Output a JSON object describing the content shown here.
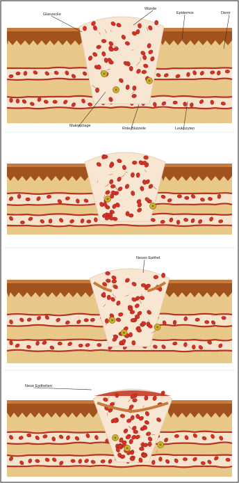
{
  "figure": {
    "panels": [
      {
        "labels": [
          {
            "text": "Glanzecke",
            "name": "label-glanzecke"
          },
          {
            "text": "Wunde",
            "name": "label-wunde"
          },
          {
            "text": "Epidermis",
            "name": "label-epidermis"
          },
          {
            "text": "Derm",
            "name": "label-derm"
          },
          {
            "text": "Makrophage",
            "name": "label-makrophage"
          },
          {
            "text": "Rote Blutzelle",
            "name": "label-rote-blutzelle"
          },
          {
            "text": "Leukozyten",
            "name": "label-leukozyten"
          }
        ]
      },
      {
        "labels": []
      },
      {
        "labels": [
          {
            "text": "Neues Epithel",
            "name": "label-neues-epithel"
          }
        ]
      },
      {
        "labels": [
          {
            "text": "Neue Epithelien",
            "name": "label-neue-epithelien"
          }
        ]
      }
    ]
  },
  "colors": {
    "skin_band": "#e9c98a",
    "skin_light": "#f3dca6",
    "epidermis_dark": "#a2521c",
    "epidermis_mid": "#c87a3a",
    "vessel_wall": "#b53424",
    "blood_cell": "#cf3326",
    "blood_cell_dark": "#a52018",
    "wound_bg": "#f7e6d2",
    "macrophage": "#d9b02a",
    "frame": "#222222"
  }
}
